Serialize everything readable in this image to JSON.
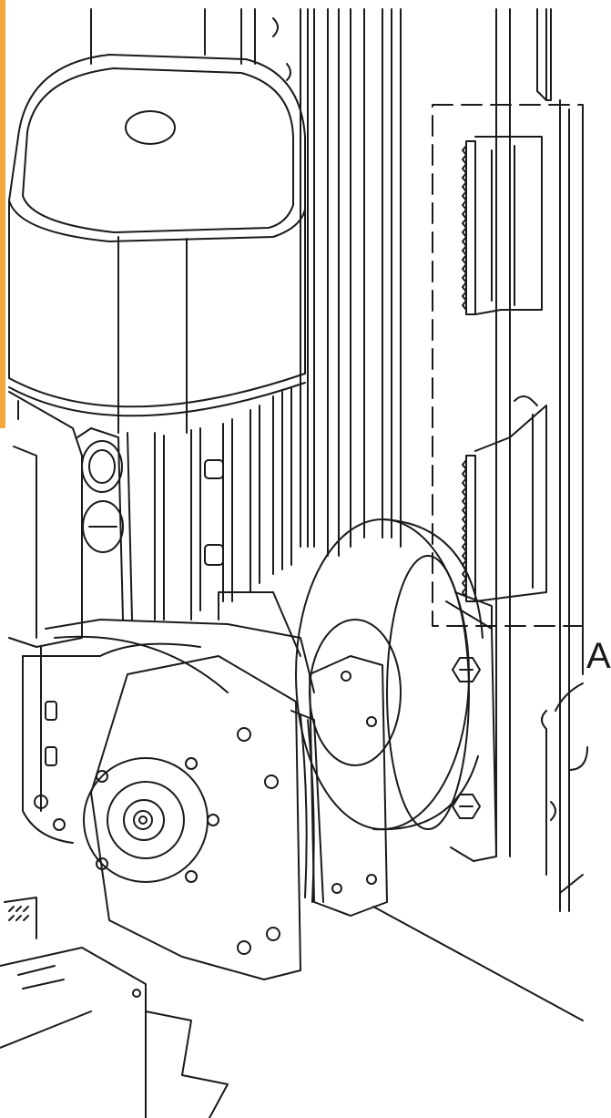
{
  "callout": {
    "label": "A"
  },
  "colors": {
    "line": "#1a1a1a",
    "paper": "#ffffff",
    "edge_accent": "#f2a83b"
  },
  "icons": {
    "detail_frame": "dashed-rectangle",
    "rack": "toothed-rack",
    "bolts": "hex-bolt"
  }
}
